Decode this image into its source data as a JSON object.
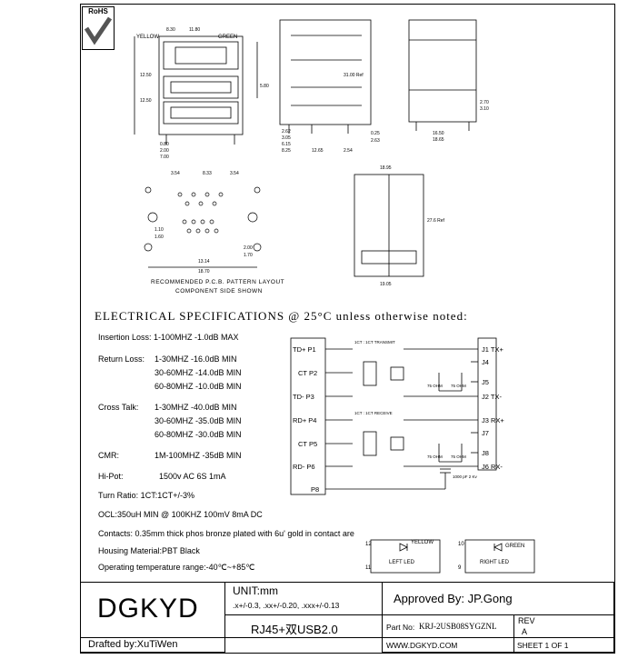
{
  "drawing": {
    "rohs_label": "RoHS",
    "top_view_dims": {
      "d1": "8.30",
      "d2": "11.80",
      "yellow": "YELLOW",
      "green": "GREEN",
      "d3": "12.50",
      "d4": "12.50",
      "d5": "5.80",
      "d6": "0.80",
      "d7": "2.00",
      "d8": "7.00"
    },
    "side_view_dims": {
      "d1": "31.00 Ref",
      "d2": "2.62",
      "d3": "3.05",
      "d4": "6.15",
      "d5": "8.25",
      "d6": "12.65",
      "d7": "2.54",
      "d8": "0.25",
      "d9": "2.63"
    },
    "end_view_dims": {
      "d1": "16.50",
      "d2": "18.65",
      "d3": "2.70",
      "d4": "3.10"
    },
    "pcb_dims": {
      "d1": "3.54",
      "d2": "8.33",
      "d3": "3.54",
      "d4": "1.10",
      "d5": "1.60",
      "d6": "13.14",
      "d7": "18.70",
      "d8": "2.00",
      "d9": "1.70"
    },
    "bottom_view_dims": {
      "d1": "18.95",
      "d2": "27.6 Ref",
      "d3": "19.05"
    },
    "pcb_caption_1": "RECOMMENDED P.C.B. PATTERN LAYOUT",
    "pcb_caption_2": "COMPONENT SIDE SHOWN"
  },
  "specs": {
    "heading": "ELECTRICAL SPECIFICATIONS @ 25°C unless otherwise noted:",
    "insertion_loss": "Insertion Loss:  1-100MHZ  -1.0dB MAX",
    "return_loss_label": "Return Loss:",
    "return_loss": [
      "1-30MHZ    -16.0dB MIN",
      "30-60MHZ  -14.0dB MIN",
      "60-80MHZ  -10.0dB MIN"
    ],
    "cross_talk_label": "Cross Talk:",
    "cross_talk": [
      "1-30MHZ    -40.0dB MIN",
      "30-60MHZ  -35.0dB MIN",
      "60-80MHZ  -30.0dB MIN"
    ],
    "cmr_label": "CMR:",
    "cmr": "1M-100MHZ  -35dB MIN",
    "hipot_label": "Hi-Pot:",
    "hipot": "1500v AC 6S 1mA",
    "turn_ratio": "Turn Ratio: 1CT:1CT+/-3%",
    "ocl": "OCL:350uH MIN @ 100KHZ 100mV 8mA DC",
    "contacts": "Contacts: 0.35mm thick phos bronze plated with 6u' gold in contact are",
    "housing": "Housing Material:PBT Black",
    "temp": "Operating temperature range:-40℃~+85℃"
  },
  "schematic": {
    "left_pins": [
      "TD+ P1",
      "CT P2",
      "TD- P3",
      "RD+ P4",
      "CT P5",
      "RD- P6",
      "P8"
    ],
    "right_pins": [
      "J1 TX+",
      "J4",
      "J5",
      "J2 TX-",
      "J3 RX+",
      "J7",
      "J8",
      "J6 RX-"
    ],
    "tx_label": "1CT : 1CT\nTRANSMIT",
    "rx_label": "1CT : 1CT\nRECEIVE",
    "res": "75 OHM",
    "cap": "1000 pF\n2 Kv",
    "left_led_label": "LEFT LED",
    "right_led_label": "RIGHT LED",
    "yellow": "YELLOW",
    "green": "GREEN",
    "pin12": "12",
    "pin11": "11",
    "pin10": "10",
    "pin9": "9"
  },
  "title_block": {
    "company": "DGKYD",
    "unit": "UNIT:mm",
    "tolerance": ".x+/-0.3, .xx+/-0.20, .xxx+/-0.13",
    "approved": "Approved By: JP.Gong",
    "product": "RJ45+双USB2.0",
    "part_label": "Part No:",
    "part_no": "KRJ-2USB08SYGZNL",
    "rev_label": "REV",
    "rev": "A",
    "drafted": "Drafted by:XuTiWen",
    "website": "WWW.DGKYD.COM",
    "sheet": "SHEET 1 OF 1"
  }
}
